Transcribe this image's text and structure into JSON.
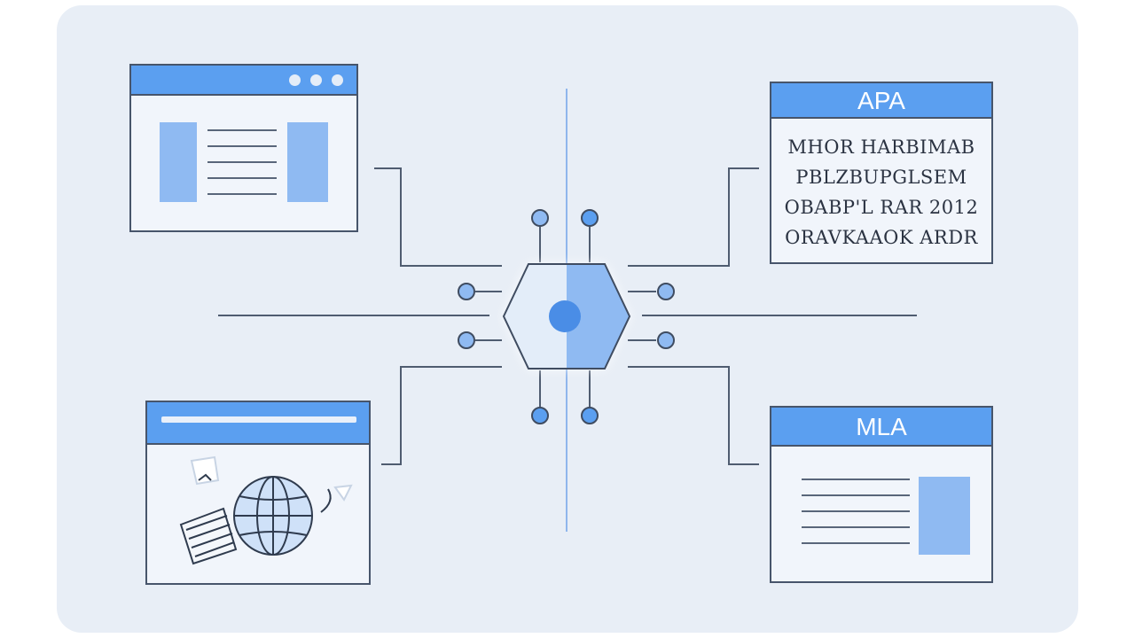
{
  "diagram": {
    "windows": {
      "top_left": {
        "kind": "document-window"
      },
      "bottom_left": {
        "kind": "web-window",
        "icons": [
          "globe-icon",
          "book-icon",
          "cursor-icon"
        ]
      },
      "apa": {
        "title": "APA",
        "lines": [
          "MHOR HARBIMAB",
          "PBLZBUPGLSEM",
          "OBABP'L RAR 2012",
          "ORAVKAAOK ARDR"
        ]
      },
      "mla": {
        "title": "MLA"
      }
    },
    "hub": {
      "icon": "hexagon-hub-icon"
    },
    "colors": {
      "accent": "#5b9ff0",
      "stroke": "#47556b",
      "background": "#e8eef6"
    }
  }
}
